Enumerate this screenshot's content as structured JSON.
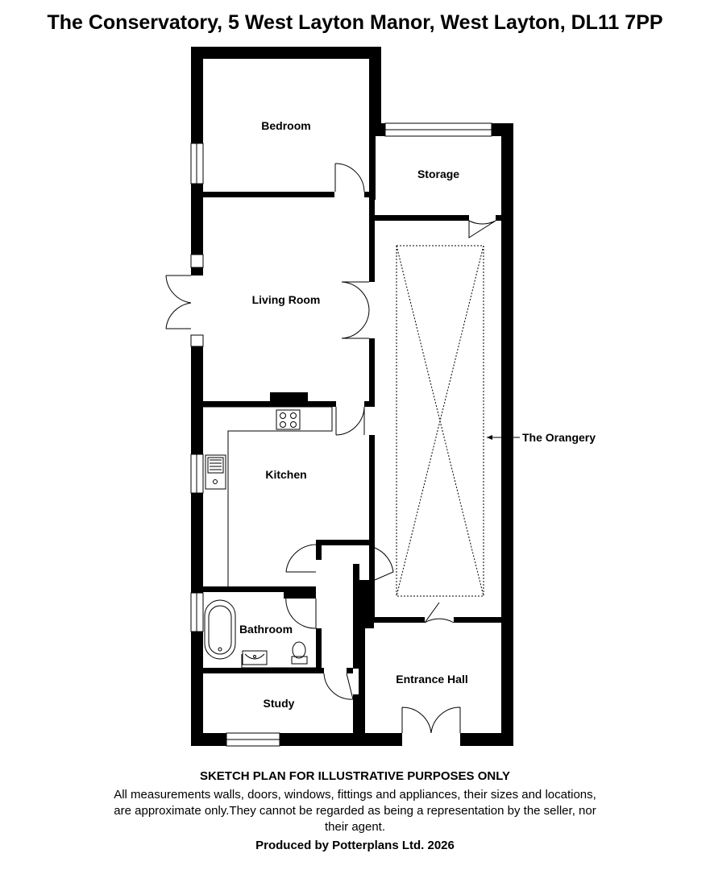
{
  "header": {
    "title": "The Conservatory, 5 West Layton Manor, West Layton, DL11 7PP"
  },
  "rooms": {
    "bedroom": "Bedroom",
    "storage": "Storage",
    "living_room": "Living Room",
    "kitchen": "Kitchen",
    "orangery": "The Orangery",
    "bathroom": "Bathroom",
    "study": "Study",
    "entrance_hall": "Entrance Hall"
  },
  "footer": {
    "heading": "SKETCH PLAN FOR ILLUSTRATIVE PURPOSES ONLY",
    "body": "All measurements walls, doors, windows, fittings and appliances, their sizes and locations, are approximate only.They cannot be regarded as being a representation by the seller, nor their agent.",
    "producer": "Produced by Potterplans Ltd. 2026"
  }
}
